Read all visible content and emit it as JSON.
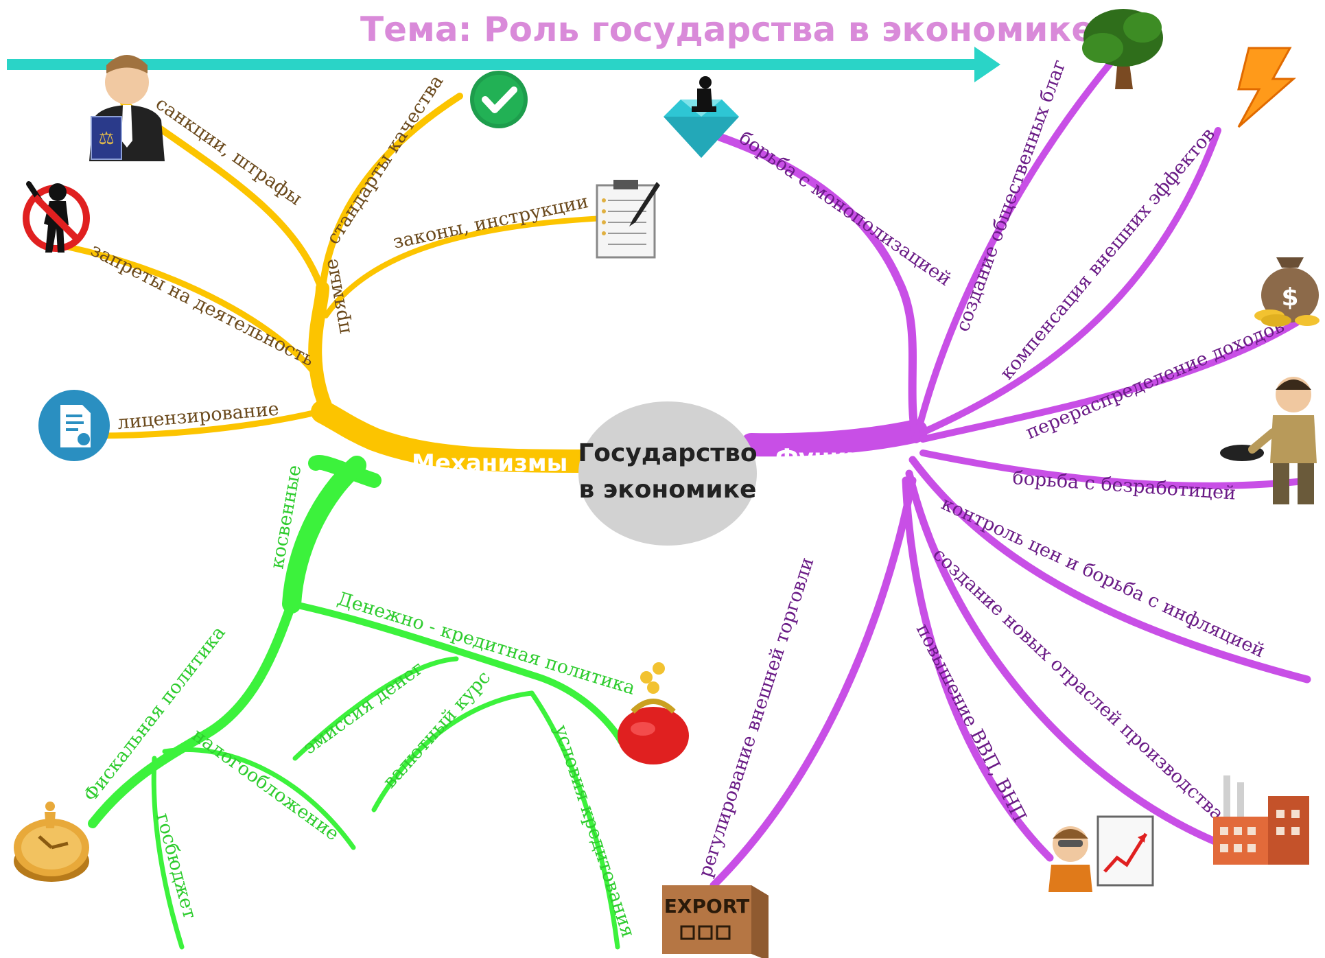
{
  "title": "Тема: Роль государства в экономике",
  "center": {
    "line1": "Государство",
    "line2": "в экономике"
  },
  "mechanisms": {
    "label": "Механизмы",
    "direct": {
      "label": "прямые",
      "items": [
        "санкции, штрафы",
        "стандарты качества",
        "законы, инструкции",
        "запреты на деятельность",
        "лицензирование"
      ]
    },
    "indirect": {
      "label": "косвенные",
      "fiscal": {
        "label": "Фискальная политика",
        "items": [
          "налогообложение",
          "госбюджет"
        ]
      },
      "monetary": {
        "label": "Денежно - кредитная политика",
        "items": [
          "эмиссия денег",
          "валютный курс",
          "условия кредитования"
        ]
      }
    }
  },
  "functions": {
    "label": "Функции",
    "items": [
      "борьба с монополизацией",
      "создание общественных благ",
      "компенсация внешних эффектов",
      "перераспределение доходов",
      "борьба с безработицей",
      "контроль цен и борьба с инфляцией",
      "создание новых отраслей производства",
      "повышение ВВП, ВНП",
      "регулирование внешней торговли"
    ]
  },
  "icons": {
    "judge": "judge-icon",
    "check": "checkmark-icon",
    "clipboard": "clipboard-icon",
    "ban": "ban-icon",
    "license": "license-document-icon",
    "diamond": "diamond-icon",
    "tree": "tree-icon",
    "lightning": "lightning-icon",
    "money_bag": "money-bag-icon",
    "beggar": "beggar-icon",
    "factory": "factory-icon",
    "chart": "growth-chart-icon",
    "export": "export-box-icon",
    "purse": "purse-icon",
    "clock": "gold-clock-icon"
  },
  "export_text": "EXPORT",
  "dollar_sign": "$",
  "colors": {
    "title": "#d98ad9",
    "arrow": "#2ad4c7",
    "orange": "#fcc400",
    "green": "#3cf23c",
    "purple": "#c84fe6",
    "center": "#d2d2d2"
  }
}
